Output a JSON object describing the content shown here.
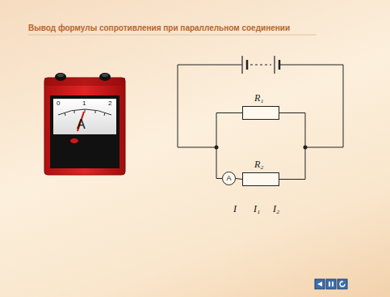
{
  "diagram": {
    "title": "Вывод формулы сопротивления при параллельном соединении",
    "nodes": [
      {
        "text": [
          "R₁"
        ]
      },
      {
        "text": [
          "R₂"
        ]
      },
      {
        "text": [
          "A"
        ]
      }
    ],
    "edges": [
      {
        "from": 2,
        "to": 1,
        "arrow": "none"
      },
      {
        "from": 0,
        "to": 2,
        "arrow": "none"
      },
      {
        "from": 0,
        "to": 1,
        "arrow": "none"
      }
    ],
    "labels": [
      "0",
      "1",
      "2",
      "A",
      "I",
      "I₁",
      "I₂"
    ]
  }
}
